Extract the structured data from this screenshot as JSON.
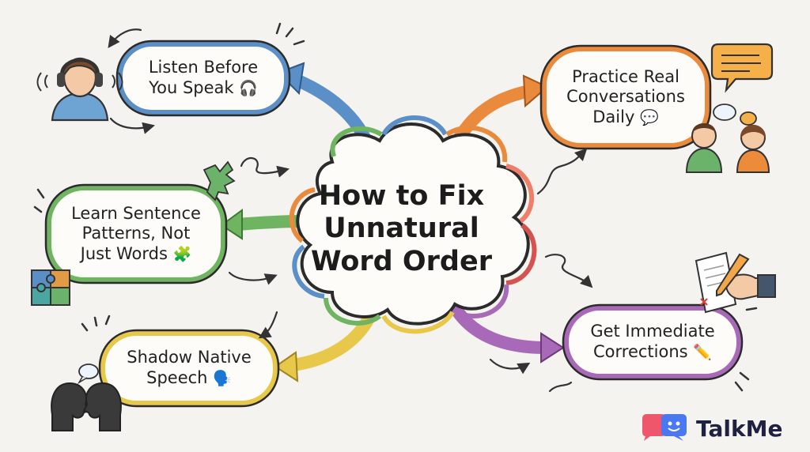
{
  "center": {
    "title": "How to Fix Unnatural Word Order"
  },
  "nodes": {
    "listen": {
      "line1": "Listen Before",
      "line2": "You Speak",
      "emoji": "🎧"
    },
    "practice": {
      "line1": "Practice Real",
      "line2": "Conversations",
      "line3": "Daily",
      "emoji": "💬"
    },
    "patterns": {
      "line1": "Learn Sentence",
      "line2": "Patterns, Not",
      "line3": "Just Words",
      "emoji": "🧩"
    },
    "shadow": {
      "line1": "Shadow Native",
      "line2": "Speech",
      "emoji": "🗣️"
    },
    "corrections": {
      "line1": "Get Immediate",
      "line2": "Corrections",
      "emoji": "✏️"
    }
  },
  "brand": {
    "name": "TalkMe"
  },
  "colors": {
    "listen": "#5b8fc7",
    "practice": "#e98a3c",
    "patterns": "#6fb461",
    "shadow": "#e8c84a",
    "corrections": "#a86ab8",
    "brand_red": "#f0566b",
    "brand_blue": "#4a78f0",
    "puzzle_green": "#6bb26a",
    "puzzle_blue": "#5a8fc5",
    "puzzle_orange": "#e39a45",
    "puzzle_teal": "#4aa6a0"
  }
}
